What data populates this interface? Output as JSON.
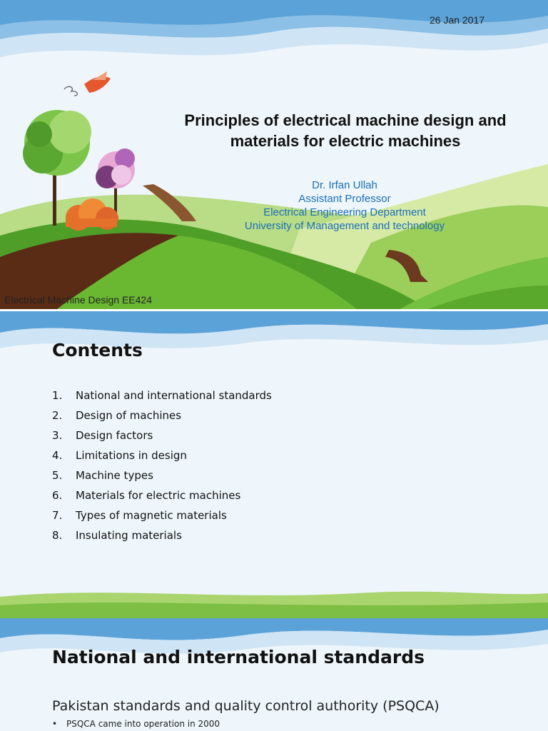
{
  "slide1": {
    "date": "26 Jan 2017",
    "title_line1": "Principles of electrical machine design and",
    "title_line2": "materials for electric machines",
    "author_name": "Dr. Irfan Ullah",
    "author_role": "Assistant Professor",
    "author_dept": "Electrical Engineering Department",
    "author_univ": "University of Management and technology",
    "footer": "Electrical Machine Design EE424"
  },
  "slide2": {
    "heading": "Contents",
    "items": [
      {
        "num": "1.",
        "label": "National and international standards"
      },
      {
        "num": "2.",
        "label": "Design of machines"
      },
      {
        "num": "3.",
        "label": "Design factors"
      },
      {
        "num": "4.",
        "label": "Limitations in design"
      },
      {
        "num": "5.",
        "label": "Machine types"
      },
      {
        "num": "6.",
        "label": "Materials for electric machines"
      },
      {
        "num": "7.",
        "label": "Types of magnetic materials"
      },
      {
        "num": "8.",
        "label": "Insulating materials"
      }
    ]
  },
  "slide3": {
    "heading": "National and international standards",
    "subheading": "Pakistan standards and quality control authority (PSQCA)",
    "bullet": "PSQCA came into operation in 2000"
  },
  "colors": {
    "accent_blue": "#1a6fb8",
    "sky": "#eef6fb",
    "wave_blue": "#7fb6e0",
    "grass_green": "#5fae2e",
    "path_brown": "#6b3a1f"
  }
}
